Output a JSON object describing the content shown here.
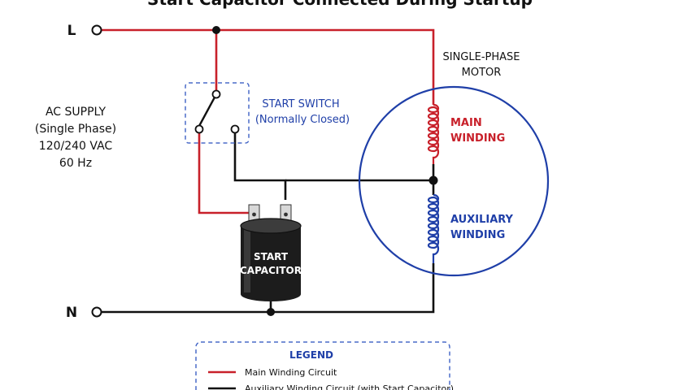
{
  "title": "Start Capacitor Connected During Startup",
  "terminals": {
    "line": "L",
    "neutral": "N"
  },
  "supply": {
    "line1": "AC SUPPLY",
    "line2": "(Single Phase)",
    "line3": "120/240 VAC",
    "line4": "60 Hz"
  },
  "motor": {
    "line1": "SINGLE-PHASE",
    "line2": "MOTOR"
  },
  "start_switch": {
    "line1": "START SWITCH",
    "line2": "(Normally Closed)"
  },
  "main_winding": {
    "line1": "MAIN",
    "line2": "WINDING"
  },
  "aux_winding": {
    "line1": "AUXILIARY",
    "line2": "WINDING"
  },
  "capacitor": {
    "line1": "START",
    "line2": "CAPACITOR"
  },
  "legend": {
    "title": "LEGEND",
    "items": [
      {
        "label": "Main Winding Circuit",
        "color": "#c8202a"
      },
      {
        "label": "Auxiliary Winding Circuit (with Start Capacitor)",
        "color": "#111111"
      }
    ]
  },
  "colors": {
    "main": "#c8202a",
    "aux": "#111111",
    "motor": "#1f3fa8",
    "switch_box": "#4a6bc8"
  }
}
